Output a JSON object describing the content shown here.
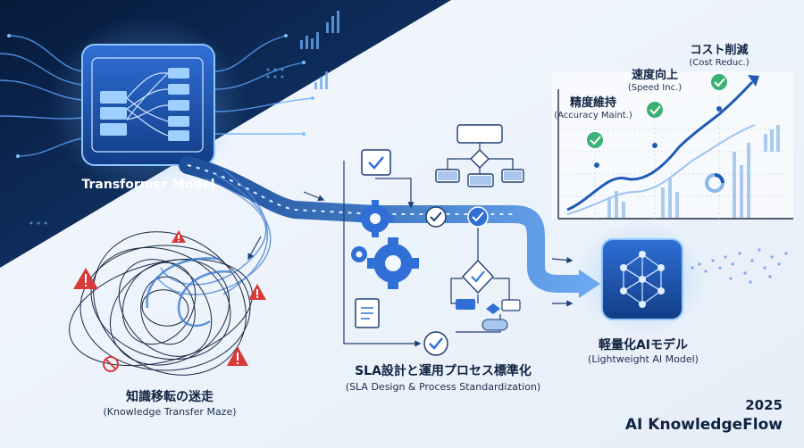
{
  "transformer": {
    "label": "Transformer Model"
  },
  "maze": {
    "title": "知識移転の迷走",
    "subtitle": "(Knowledge Transfer Maze)"
  },
  "sla": {
    "title": "SLA設計と運用プロセス標準化",
    "subtitle": "(SLA Design & Process Standardization)"
  },
  "lightweight": {
    "title": "軽量化AIモデル",
    "subtitle": "(Lightweight AI Model)"
  },
  "metrics": [
    {
      "title": "精度維持",
      "subtitle": "(Accuracy Maint.)"
    },
    {
      "title": "速度向上",
      "subtitle": "(Speed Inc.)"
    },
    {
      "title": "コスト削減",
      "subtitle": "(Cost Reduc.)"
    }
  ],
  "footer": {
    "year": "2025",
    "brand": "AI KnowledgeFlow"
  },
  "colors": {
    "navy": "#0b2752",
    "accent_blue": "#2f6fd6",
    "check_green": "#3bb273",
    "warning_red": "#d83a3a"
  }
}
